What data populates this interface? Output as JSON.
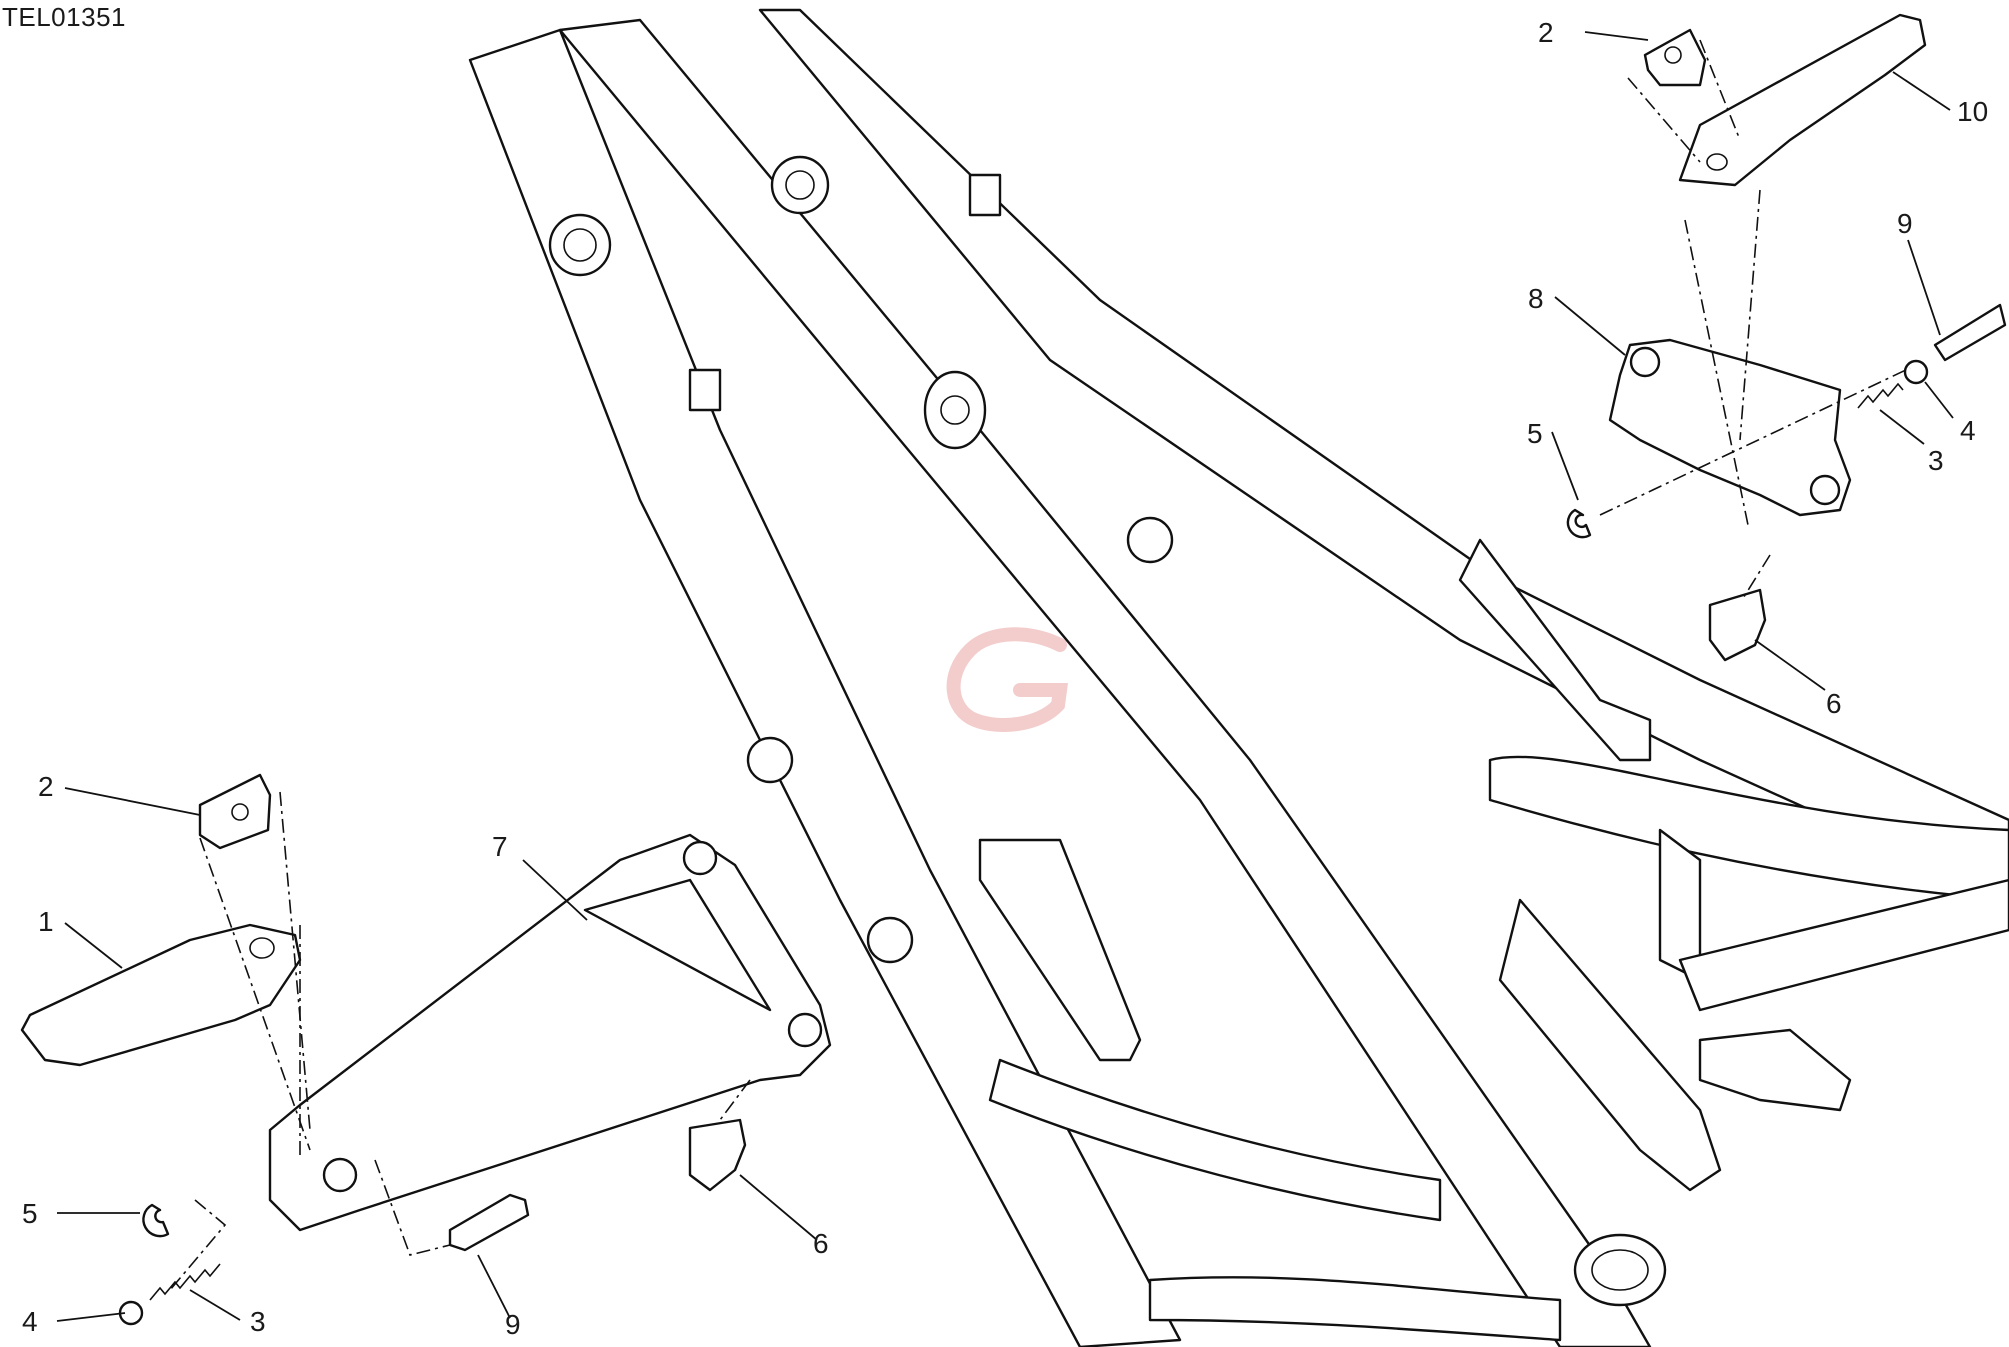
{
  "drawing_code": "TEL01351",
  "watermark_letter": "G",
  "colors": {
    "line": "#111111",
    "watermark": "#e9a3a3",
    "background": "#ffffff"
  },
  "callouts": [
    {
      "id": "c1",
      "label": "1"
    },
    {
      "id": "c2a",
      "label": "2"
    },
    {
      "id": "c7",
      "label": "7"
    },
    {
      "id": "c5a",
      "label": "5"
    },
    {
      "id": "c4a",
      "label": "4"
    },
    {
      "id": "c3a",
      "label": "3"
    },
    {
      "id": "c9a",
      "label": "9"
    },
    {
      "id": "c6a",
      "label": "6"
    },
    {
      "id": "c2b",
      "label": "2"
    },
    {
      "id": "c10",
      "label": "10"
    },
    {
      "id": "c9b",
      "label": "9"
    },
    {
      "id": "c8",
      "label": "8"
    },
    {
      "id": "c5b",
      "label": "5"
    },
    {
      "id": "c4b",
      "label": "4"
    },
    {
      "id": "c3b",
      "label": "3"
    },
    {
      "id": "c6b",
      "label": "6"
    }
  ]
}
